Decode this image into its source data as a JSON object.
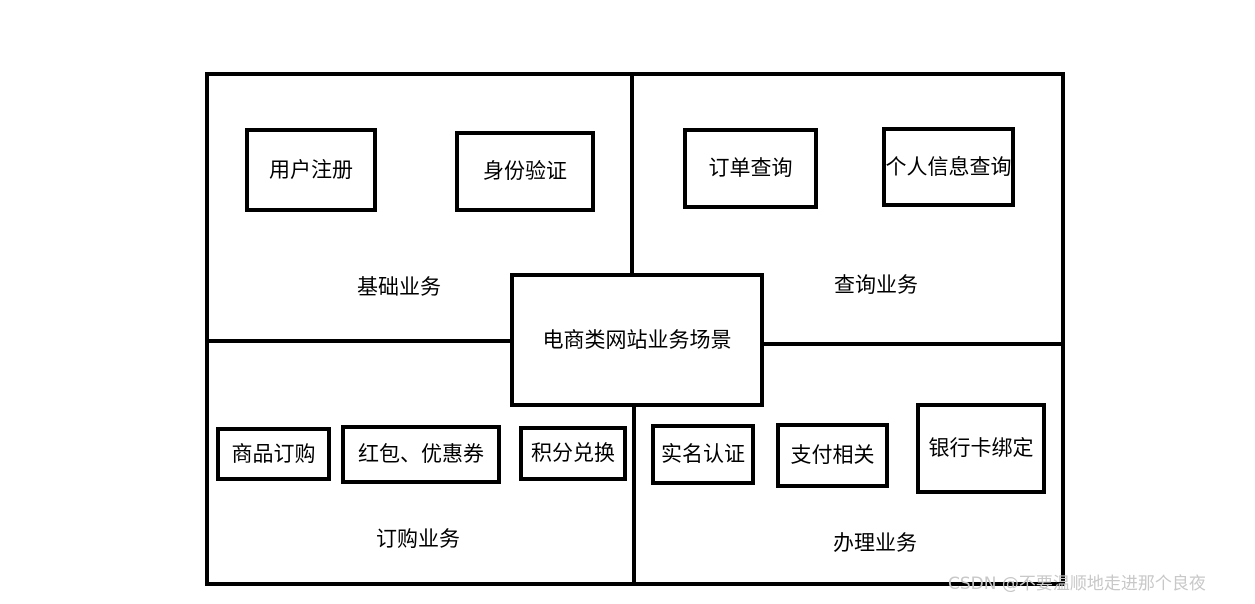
{
  "center": {
    "label": "电商类网站业务场景"
  },
  "quadrants": {
    "top_left": {
      "label": "基础业务",
      "items": [
        "用户注册",
        "身份验证"
      ]
    },
    "top_right": {
      "label": "查询业务",
      "items": [
        "订单查询",
        "个人信息查询"
      ]
    },
    "bottom_left": {
      "label": "订购业务",
      "items": [
        "商品订购",
        "红包、优惠券",
        "积分兑换"
      ]
    },
    "bottom_right": {
      "label": "办理业务",
      "items": [
        "实名认证",
        "支付相关",
        "银行卡绑定"
      ]
    }
  },
  "watermark": "CSDN @不要温顺地走进那个良夜",
  "colors": {
    "stroke": "#000000",
    "watermark": "#c8c8c8"
  }
}
